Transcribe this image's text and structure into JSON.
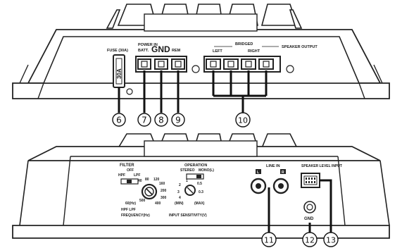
{
  "top_panel": {
    "fuse_label": "FUSE (30A)",
    "fuse_value": "30A",
    "power_in_label": "POWER IN",
    "batt_label": "BATT.",
    "gnd_label": "GND",
    "rem_label": "REM",
    "bridged_label": "BRIDGED",
    "left_label": "LEFT",
    "right_label": "RIGHT",
    "speaker_output_label": "SPEAKER OUTPUT"
  },
  "bottom_panel": {
    "filter_label": "FILTER",
    "off_label": "OFF",
    "hpf_label": "HPF",
    "lpf_label": "LPF",
    "operation_label": "OPERATION",
    "stereo_label": "STEREO",
    "mono_label": "MONO(L)",
    "line_in_label": "LINE IN",
    "l_label": "L",
    "r_label": "R",
    "speaker_level_input_label": "SPEAKER LEVEL INPUT",
    "gnd_label": "GND",
    "hpf_lpf_label": "HPF LPF",
    "frequency_label": "FREQUENCY(Hz)",
    "input_sensitivity_label": "INPUT SENSITIVITY(V)",
    "freq_marks": [
      "40",
      "80",
      "120",
      "160",
      "200",
      "300",
      "400",
      "500",
      "60(Hz)"
    ],
    "sens_marks": [
      "1",
      "2",
      "3",
      "4",
      "0.5",
      "0.3",
      "(MIN)",
      "(MAX)"
    ]
  },
  "callouts": [
    "6",
    "7",
    "8",
    "9",
    "10",
    "11",
    "12",
    "13"
  ]
}
